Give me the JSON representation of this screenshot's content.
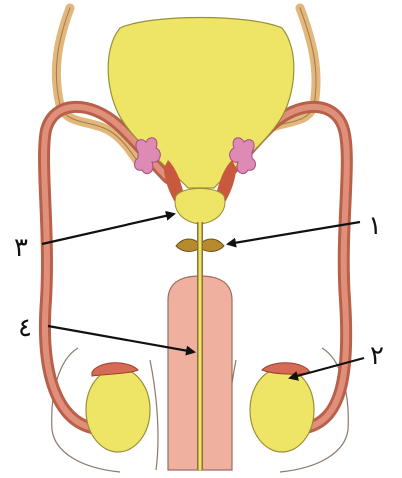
{
  "diagram": {
    "labels": [
      {
        "id": "label-1",
        "text": "١"
      },
      {
        "id": "label-2",
        "text": "٢"
      },
      {
        "id": "label-3",
        "text": "٣"
      },
      {
        "id": "label-4",
        "text": "٤"
      }
    ]
  },
  "colors": {
    "yellow": "#eee566",
    "duct_outer": "#c46d55",
    "duct_inner": "#e49682",
    "tan": "#e3b679",
    "pink_vesicle": "#dd8ab5",
    "penis": "#efb09f",
    "outline": "#8a6f5c",
    "arrow": "#111111"
  }
}
